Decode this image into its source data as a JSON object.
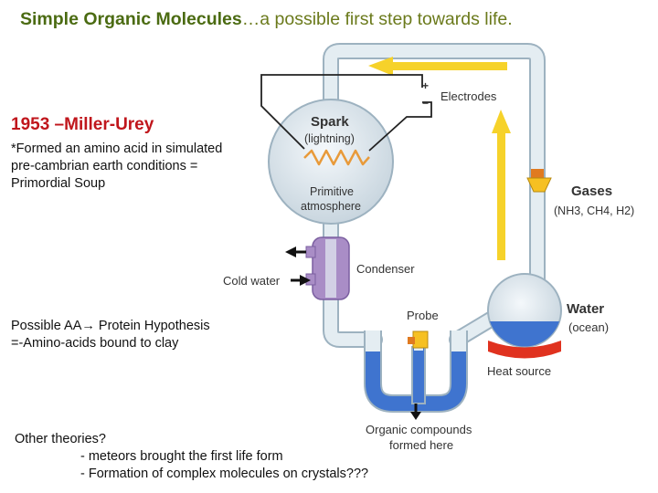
{
  "slide": {
    "title_bold": "Simple Organic Molecules",
    "title_rest": "…a possible first step towards life.",
    "heading": "1953 –Miller-Urey",
    "para1": [
      "*Formed an amino acid in simulated",
      "pre-cambrian earth conditions =",
      "Primordial Soup"
    ],
    "para2": [
      "Possible AA→ Protein Hypothesis",
      "=-Amino-acids bound to clay"
    ],
    "para3": [
      "Other theories?",
      "- meteors brought the first life form",
      "- Formation of complex molecules on crystals???"
    ]
  },
  "diagram": {
    "electrodes": "Electrodes",
    "plus": "+",
    "minus": "−",
    "spark": "Spark",
    "lightning": "(lightning)",
    "primitive": "Primitive",
    "atmosphere": "atmosphere",
    "gases": "Gases",
    "gases_formula": "(NH3, CH4, H2)",
    "condenser": "Condenser",
    "cold_water": "Cold water",
    "probe": "Probe",
    "water": "Water",
    "ocean": "(ocean)",
    "heat_source": "Heat source",
    "organic1": "Organic compounds",
    "organic2": "formed here"
  },
  "colors": {
    "tube": "#dce7ee",
    "tube_edge": "#9db2c0",
    "arrow_yellow": "#f6d22a",
    "water_blue": "#3f74cf",
    "condenser_purple": "#a98dc6",
    "heat_red": "#e0321f",
    "spark_orange": "#e89a3a",
    "title_green": "#4b6b12",
    "heading_red": "#c0161c"
  }
}
